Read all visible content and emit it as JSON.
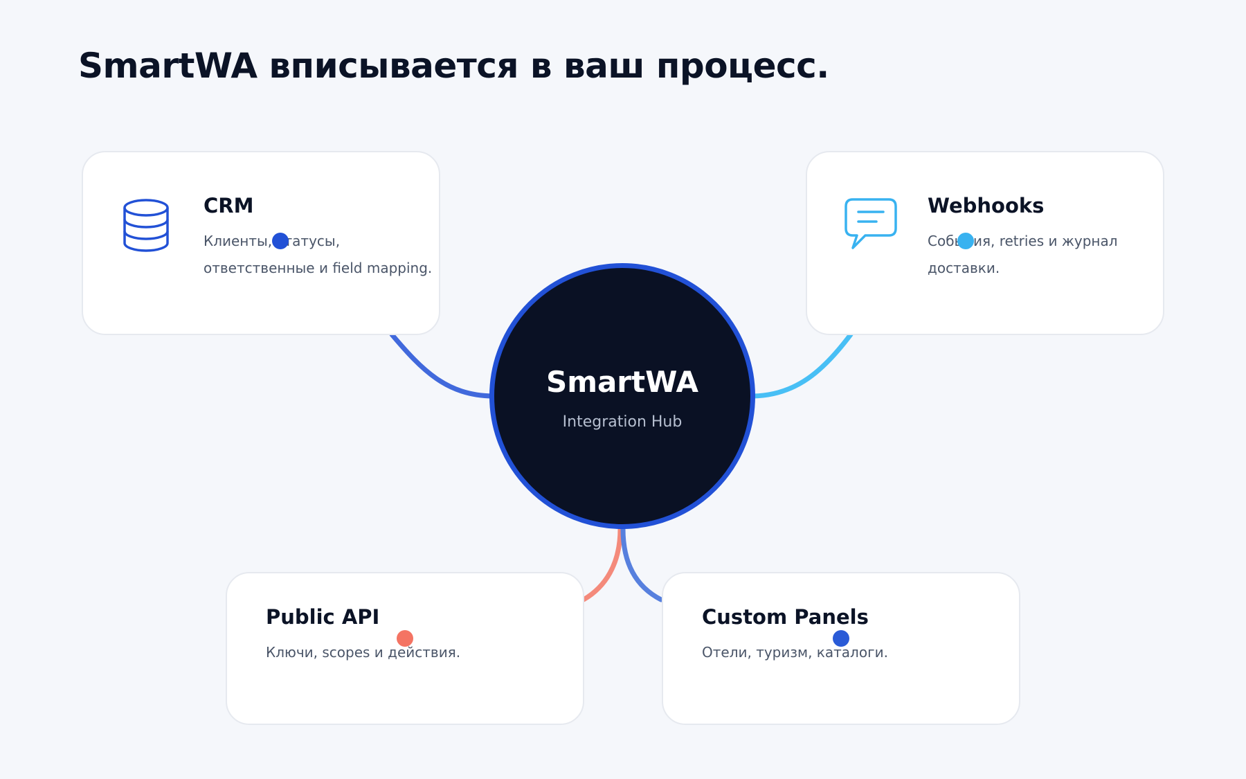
{
  "title": "SmartWA вписывается в ваш процесс.",
  "hub": {
    "name": "SmartWA",
    "subtitle": "Integration Hub"
  },
  "nodes": [
    {
      "title": "CRM",
      "description": "Клиенты, статусы, ответственные и field mapping.",
      "icon": "database-icon",
      "accent": "#2251d6"
    },
    {
      "title": "Webhooks",
      "description": "События, retries и журнал доставки.",
      "icon": "chat-bubble-icon",
      "accent": "#38b2f0"
    },
    {
      "title": "Public API",
      "description": "Ключи, scopes и действия.",
      "accent": "#f47463"
    },
    {
      "title": "Custom Panels",
      "description": "Отели, туризм, каталоги.",
      "accent": "#2a5bd7"
    }
  ],
  "colors": {
    "background": "#f5f7fb",
    "hub_fill": "#0a1124",
    "hub_ring": "#2251d6"
  }
}
